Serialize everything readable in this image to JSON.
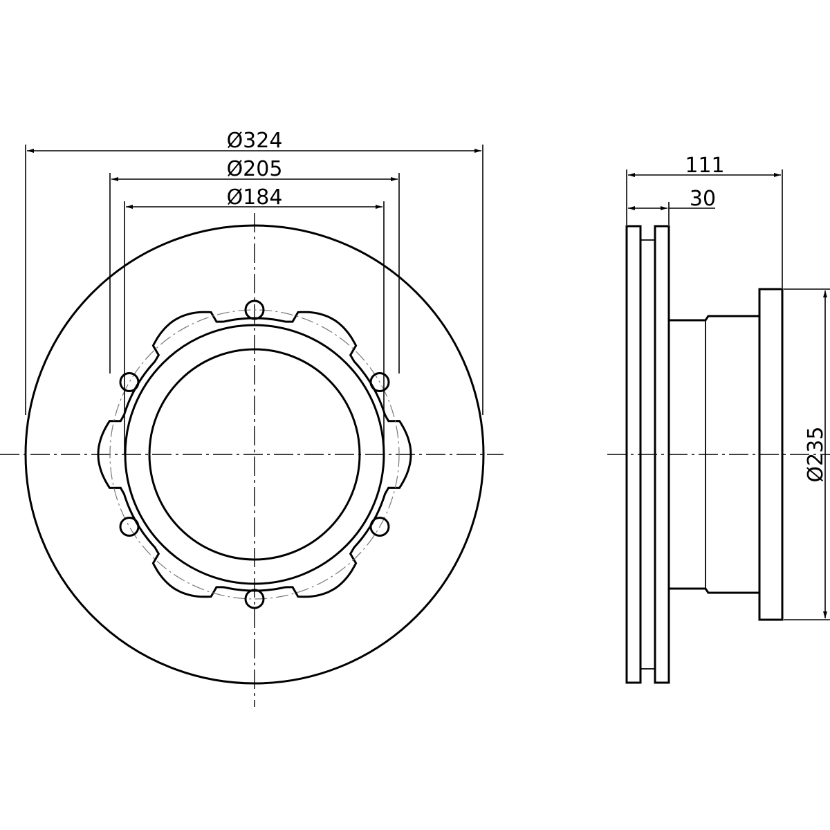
{
  "drawing": {
    "front_view": {
      "dim_outer": "Ø324",
      "dim_hub_outer": "Ø205",
      "dim_hub_inner": "Ø184",
      "bolt_holes": 6
    },
    "side_view": {
      "dim_total_height": "111",
      "dim_thickness": "30",
      "dim_hub_diameter": "Ø235"
    }
  },
  "colors": {
    "line": "#000000",
    "background": "#ffffff"
  }
}
